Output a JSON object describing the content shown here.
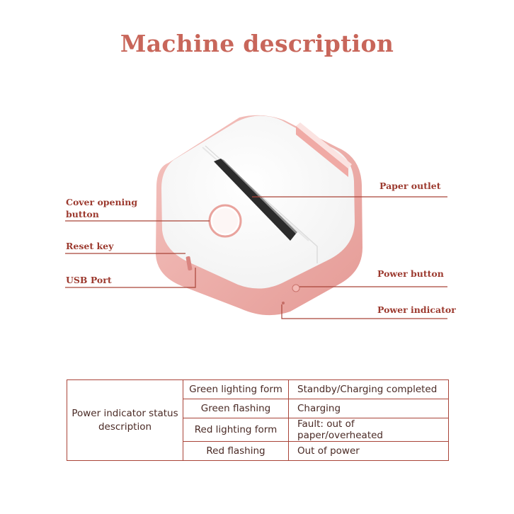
{
  "title": "Machine description",
  "callouts": {
    "cover_opening_button": "Cover opening button",
    "reset_key": "Reset key",
    "usb_port": "USB Port",
    "paper_outlet": "Paper outlet",
    "power_button": "Power button",
    "power_indicator": "Power indicator"
  },
  "status_table": {
    "header": "Power indicator status description",
    "rows": [
      {
        "form": "Green lighting form",
        "meaning": "Standby/Charging completed"
      },
      {
        "form": "Green flashing",
        "meaning": "Charging"
      },
      {
        "form": "Red lighting form",
        "meaning": "Fault: out of paper/overheated"
      },
      {
        "form": "Red flashing",
        "meaning": "Out of power"
      }
    ]
  },
  "colors": {
    "title": "#c8665a",
    "callout_text": "#9c3a2f",
    "leader_line": "#a94438",
    "device_shell": "#efb0ab",
    "device_top": "#ffffff"
  }
}
